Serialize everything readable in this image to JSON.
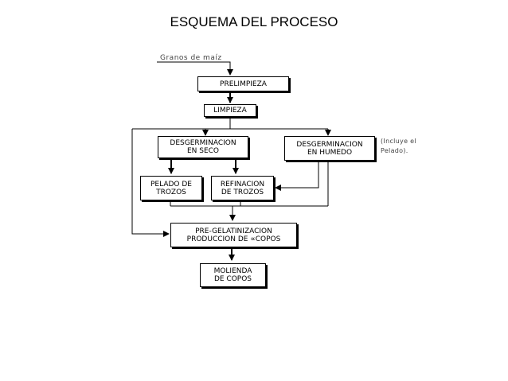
{
  "title": "ESQUEMA DEL PROCESO",
  "input_label": "Granos de maíz",
  "boxes": {
    "prelimpieza": "PRELIMPIEZA",
    "limpieza": "LIMPIEZA",
    "desg_seco": "DESGERMINACION\nEN SECO",
    "desg_humedo": "DESGERMINACION\nEN HUMEDO",
    "pelado": "PELADO DE\nTROZOS",
    "refinacion": "REFINACION\nDE TROZOS",
    "pregel": "PRE-GELATINIZACION\nPRODUCCION DE ∝COPOS",
    "molienda": "MOLIENDA\nDE COPOS"
  },
  "note": "(Incluye el\nPelado)."
}
